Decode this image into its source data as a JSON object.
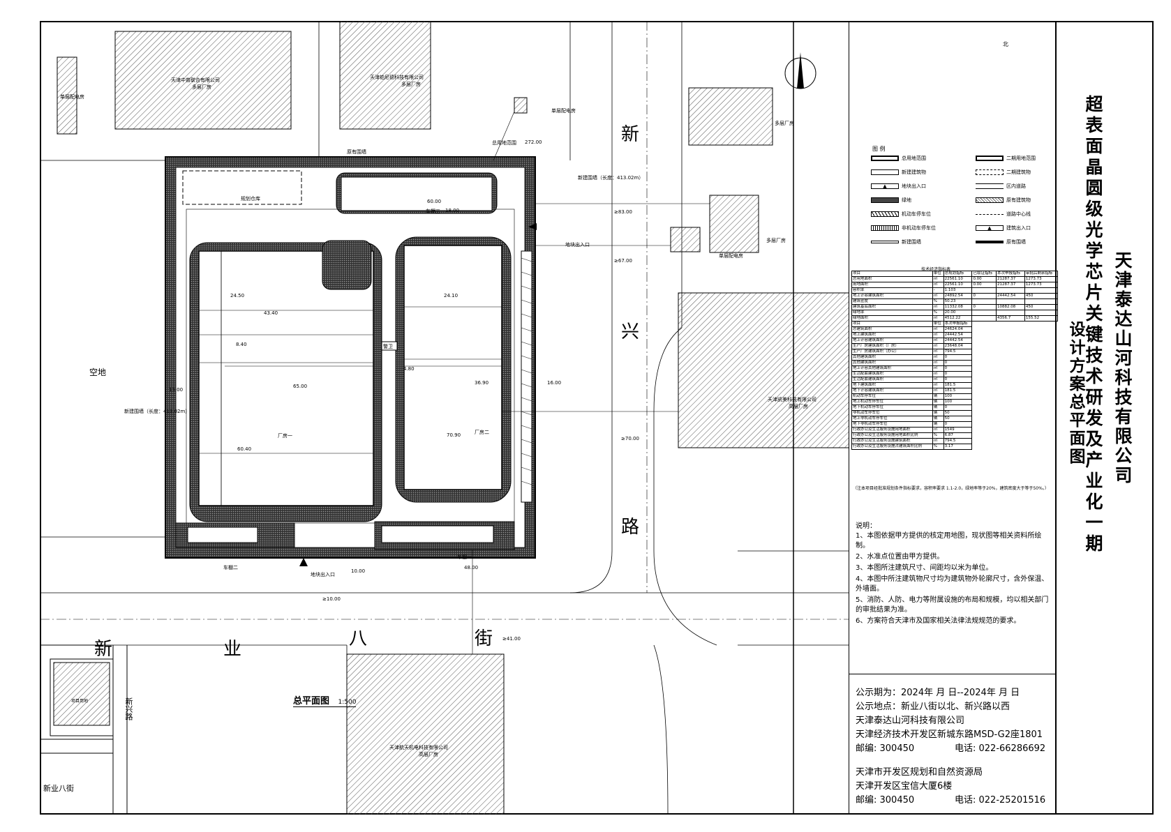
{
  "company": "天津泰达山河科技有限公司",
  "project": "超表面晶圆级光学芯片关键技术研发及产业化一期",
  "drawing": "设计方案总平面图",
  "plan_title": "总平面图",
  "scale": "1:500",
  "streets": {
    "xinxing": [
      "新",
      "兴",
      "路"
    ],
    "xinye": [
      "新",
      "业",
      "八",
      "街"
    ],
    "mini_xinxing": "新兴路",
    "mini_xinye": "新业八街"
  },
  "site_labels": {
    "open_land": "空地",
    "plant1": "厂房一",
    "plant2": "厂房二",
    "warehouse": "规划仓库",
    "shed3": "车棚三",
    "shed1": "车棚一",
    "shed2": "车棚二",
    "guard": "警卫",
    "entrance_east": "地块出入口",
    "entrance_south": "地块出入口",
    "neighbor_nw": "天津中普联合有限公司",
    "neighbor_nw2": "多层厂房",
    "neighbor_n": "天津铂尼德科技有限公司",
    "neighbor_n2": "多层厂房",
    "neighbor_ne": "多层厂房",
    "neighbor_e": "多层厂房",
    "neighbor_e2": "天津凯美科技有限公司",
    "neighbor_e2b": "高层厂房",
    "neighbor_s": "天津航天机电科技有限公司",
    "neighbor_s2": "高层厂房",
    "substation_n": "单层配电房",
    "substation_e": "单层配电房",
    "substation_w": "单层配电房",
    "wall_note": "新建围墙（长度：413.02m）",
    "wall_note_w": "新建围墙（长度：413.02m）",
    "boundary": "总用地范围",
    "existing_wall": "原有围墙",
    "dims": {
      "d1": "60.00",
      "d2": "18.00",
      "d3": "24.50",
      "d4": "43.40",
      "d5": "8.40",
      "d6": "65.00",
      "d7": "13.00",
      "d8": "60.40",
      "d9": "24.10",
      "d10": "36.90",
      "d11": "70.90",
      "d12": "16.00",
      "d13": "≥83.00",
      "d14": "≥67.00",
      "d15": "≥70.00",
      "d16": "10.00",
      "d17": "≥10.00",
      "d18": "48.00",
      "d19": "≥41.00",
      "d20": "272.00",
      "d21": "4.80"
    }
  },
  "legend": {
    "title": "图 例",
    "items": [
      {
        "label": "总用地范围"
      },
      {
        "label": "二期用地范围"
      },
      {
        "label": "新建建筑物"
      },
      {
        "label": "二期建筑物"
      },
      {
        "label": "地块出入口"
      },
      {
        "label": "区内道路"
      },
      {
        "label": "绿地"
      },
      {
        "label": "原有建筑物"
      },
      {
        "label": "机动车停车位"
      },
      {
        "label": "道路中心线"
      },
      {
        "label": "非机动车停车位"
      },
      {
        "label": "建筑出入口"
      },
      {
        "label": "新建围墙"
      },
      {
        "label": "原有围墙"
      }
    ]
  },
  "tech_table": {
    "title": "技术经济指标表",
    "header": [
      "项目",
      "单位",
      "总规划指标",
      "已取证指标",
      "本次申报指标",
      "审批后剩余指标"
    ],
    "rows": [
      [
        "总用地面积",
        "㎡",
        "22561.10",
        "0.00",
        "21287.37",
        "1273.73"
      ],
      [
        "用地面积",
        "㎡",
        "22561.10",
        "0.00",
        "21287.37",
        "1273.73"
      ],
      [
        "容积率",
        "-",
        "1.103",
        "",
        "",
        ""
      ],
      [
        "地上计容建筑面积",
        "㎡",
        "24892.54",
        "0",
        "24442.54",
        "450"
      ],
      [
        "建筑密度",
        "%",
        "50.23",
        "",
        "",
        ""
      ],
      [
        "建筑基底面积",
        "㎡",
        "11332.08",
        "0",
        "10882.08",
        "450"
      ],
      [
        "绿地率",
        "%",
        "20.00",
        "",
        "",
        ""
      ],
      [
        "绿地面积",
        "㎡",
        "4512.22",
        "",
        "4356.7",
        "155.52"
      ]
    ],
    "header2": [
      "项目",
      "单位",
      "本次申报指标"
    ],
    "rows2": [
      [
        "总建筑面积",
        "㎡",
        "24624.04"
      ],
      [
        "地上建筑面积",
        "㎡",
        "24442.54"
      ],
      [
        "地上计容建筑面积",
        "㎡",
        "24442.54"
      ],
      [
        "生产厂房建筑面积（厂房）",
        "㎡",
        "23648.04"
      ],
      [
        "生产厂房建筑面积（办公）",
        "㎡",
        "794.5"
      ],
      [
        "其他建筑面积",
        "㎡",
        "0"
      ],
      [
        "其他建筑面积",
        "㎡",
        "0"
      ],
      [
        "地上计容其他建筑面积",
        "㎡",
        "0"
      ],
      [
        "生活配套建筑面积",
        "㎡",
        "0"
      ],
      [
        "生活配套建筑面积",
        "㎡",
        "0"
      ],
      [
        "地下建筑面积",
        "㎡",
        "181.5"
      ],
      [
        "地下计容建筑面积",
        "㎡",
        "181.5"
      ],
      [
        "机动车停车位",
        "辆",
        "100"
      ],
      [
        "地上机动车停车位",
        "辆",
        "100"
      ],
      [
        "地下机动车停车位",
        "辆",
        "0"
      ],
      [
        "非机动车停车位",
        "辆",
        "50"
      ],
      [
        "地上非机动车停车位",
        "辆",
        "50"
      ],
      [
        "地下非机动车停车位",
        "辆",
        "0"
      ],
      [
        "行政办公及生活服务设施用地面积",
        "㎡",
        "1549"
      ],
      [
        "行政办公及生活服务设施用地面积比例",
        "%",
        "6.87"
      ],
      [
        "行政办公及生活服务设施建筑面积",
        "㎡",
        "794.5"
      ],
      [
        "行政办公及生活服务设施占建筑面积比例",
        "%",
        "3.17"
      ]
    ],
    "footnote": "（注本项目经批准规划条件指标要求，容积率要求 1.1-2.0，绿地率等于20%，建筑密度大于等于50%。）"
  },
  "notes": {
    "title": "说明：",
    "items": [
      "1、本图依据甲方提供的核定用地图，现状图等相关资料所绘制。",
      "2、水准点位置由甲方提供。",
      "3、本图所注建筑尺寸、间距均以米为单位。",
      "4、本图中所注建筑物尺寸均为建筑物外轮廓尺寸，含外保温、外墙面。",
      "5、消防、人防、电力等附属设施的布局和规模，均以相关部门的审批结果为准。",
      "6、方案符合天津市及国家相关法律法规规范的要求。"
    ]
  },
  "publicity": {
    "period": "公示期为：2024年  月  日--2024年  月  日",
    "location": "公示地点：新业八街以北、新兴路以西",
    "applicant": "天津泰达山河科技有限公司",
    "applicant_addr": "天津经济技术开发区新城东路MSD-G2座1801",
    "applicant_zip": "邮编:  300450",
    "applicant_tel": "电话:  022-66286692",
    "authority": "天津市开发区规划和自然资源局",
    "authority_addr": "天津开发区宝信大厦6楼",
    "authority_zip": "邮编:  300450",
    "authority_tel": "电话:  022-25201516"
  },
  "north_label": "北",
  "mini_map_label": "项目用地"
}
